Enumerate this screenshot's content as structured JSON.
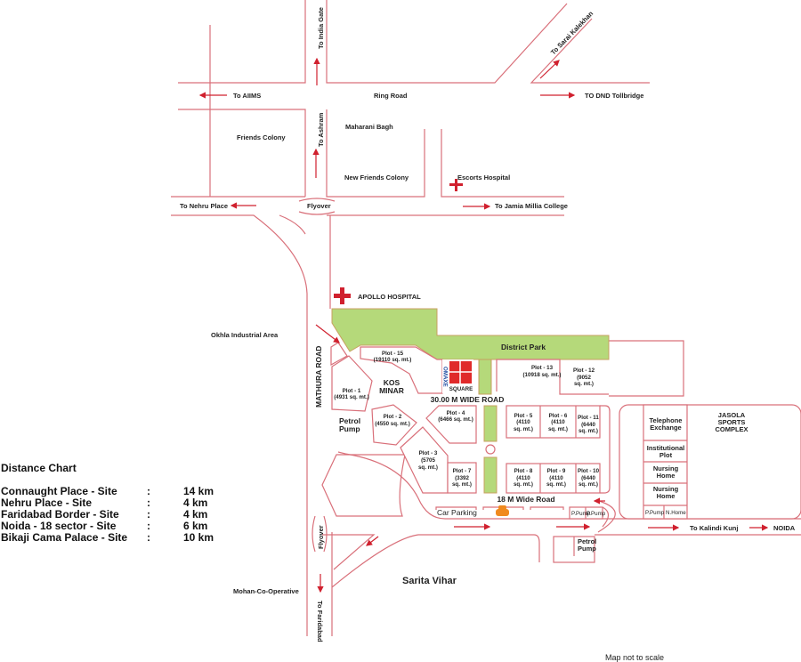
{
  "roads": {
    "to_india_gate": "To India Gate",
    "to_aiims": "To AIIMS",
    "ring_road": "Ring Road",
    "to_dnd": "TO DND Tollbridge",
    "to_sarai": "To Sarai Kalekhan",
    "to_ashram": "To Ashram",
    "to_nehru_place": "To Nehru Place",
    "flyover_top": "Flyover",
    "to_jamia": "To Jamia Millia College",
    "mathura_road": "MATHURA ROAD",
    "wide_road_30": "30.00 M WIDE ROAD",
    "wide_road_18": "18 M Wide Road",
    "flyover_bottom": "Flyover",
    "to_faridabad": "To Faridabad",
    "to_kalindi": "To Kalindi Kunj",
    "noida": "NOIDA"
  },
  "areas": {
    "friends_colony": "Friends Colony",
    "maharani_bagh": "Maharani Bagh",
    "new_friends_colony": "New Friends Colony",
    "escorts": "Escorts Hospital",
    "apollo": "APOLLO HOSPITAL",
    "okhla": "Okhla Industrial Area",
    "district_park": "District Park",
    "kos_minar_1": "KOS",
    "kos_minar_2": "MINAR",
    "petrol_pump_1": "Petrol",
    "petrol_pump_2": "Pump",
    "car_parking": "Car Parking",
    "ppump_a": "P.Pump",
    "ppump_b": "P.Pump",
    "jasola_1": "JASOLA",
    "jasola_2": "SPORTS",
    "jasola_3": "COMPLEX",
    "tel_1": "Telephone",
    "tel_2": "Exchange",
    "inst_1": "Institutional",
    "inst_2": "Plot",
    "nursing_1a": "Nursing",
    "nursing_1b": "Home",
    "nursing_2a": "Nursing",
    "nursing_2b": "Home",
    "ppump_c": "P.Pump",
    "nhome": "N.Home",
    "sarita_vihar": "Sarita Vihar",
    "mohan": "Mohan-Co-Operative",
    "not_to_scale": "Map not to scale"
  },
  "logo": {
    "brand": "OMAXE",
    "name": "SQUARE"
  },
  "plots": [
    {
      "name": "Plot - 15",
      "l2": "(19110 sq. mt.)",
      "l3": ""
    },
    {
      "name": "Plot - 1",
      "l2": "(4931 sq. mt.)",
      "l3": ""
    },
    {
      "name": "Plot - 2",
      "l2": "(4550 sq. mt.)",
      "l3": ""
    },
    {
      "name": "Plot - 3",
      "l2": "(5705",
      "l3": "sq. mt.)"
    },
    {
      "name": "Plot - 4",
      "l2": "(6466 sq. mt.)",
      "l3": ""
    },
    {
      "name": "Plot - 5",
      "l2": "(4110",
      "l3": "sq. mt.)"
    },
    {
      "name": "Plot - 6",
      "l2": "(4110",
      "l3": "sq. mt.)"
    },
    {
      "name": "Plot - 7",
      "l2": "(3392",
      "l3": "sq. mt.)"
    },
    {
      "name": "Plot - 8",
      "l2": "(4110",
      "l3": "sq. mt.)"
    },
    {
      "name": "Plot - 9",
      "l2": "(4110",
      "l3": "sq. mt.)"
    },
    {
      "name": "Plot - 10",
      "l2": "(6440",
      "l3": "sq. mt.)"
    },
    {
      "name": "Plot - 11",
      "l2": "(6440",
      "l3": "sq. mt.)"
    },
    {
      "name": "Plot - 12",
      "l2": "(9052",
      "l3": "sq. mt.)"
    },
    {
      "name": "Plot - 13",
      "l2": "(10918 sq. mt.)",
      "l3": ""
    }
  ],
  "distance_chart": {
    "title": "Distance Chart",
    "rows": [
      {
        "route": "Connaught Place  - Site",
        "sep": ":",
        "distance": "14 km"
      },
      {
        "route": "Nehru Place - Site",
        "sep": ":",
        "distance": "4 km"
      },
      {
        "route": "Faridabad Border  - Site",
        "sep": ":",
        "distance": "4 km"
      },
      {
        "route": "Noida - 18 sector - Site",
        "sep": ":",
        "distance": "6 km"
      },
      {
        "route": "Bikaji Cama Palace - Site",
        "sep": ":",
        "distance": "10 km"
      }
    ]
  },
  "colors": {
    "road": "#d9707a",
    "park": "#b5d97a",
    "accent": "#d0202e",
    "car": "#f08a1e"
  }
}
